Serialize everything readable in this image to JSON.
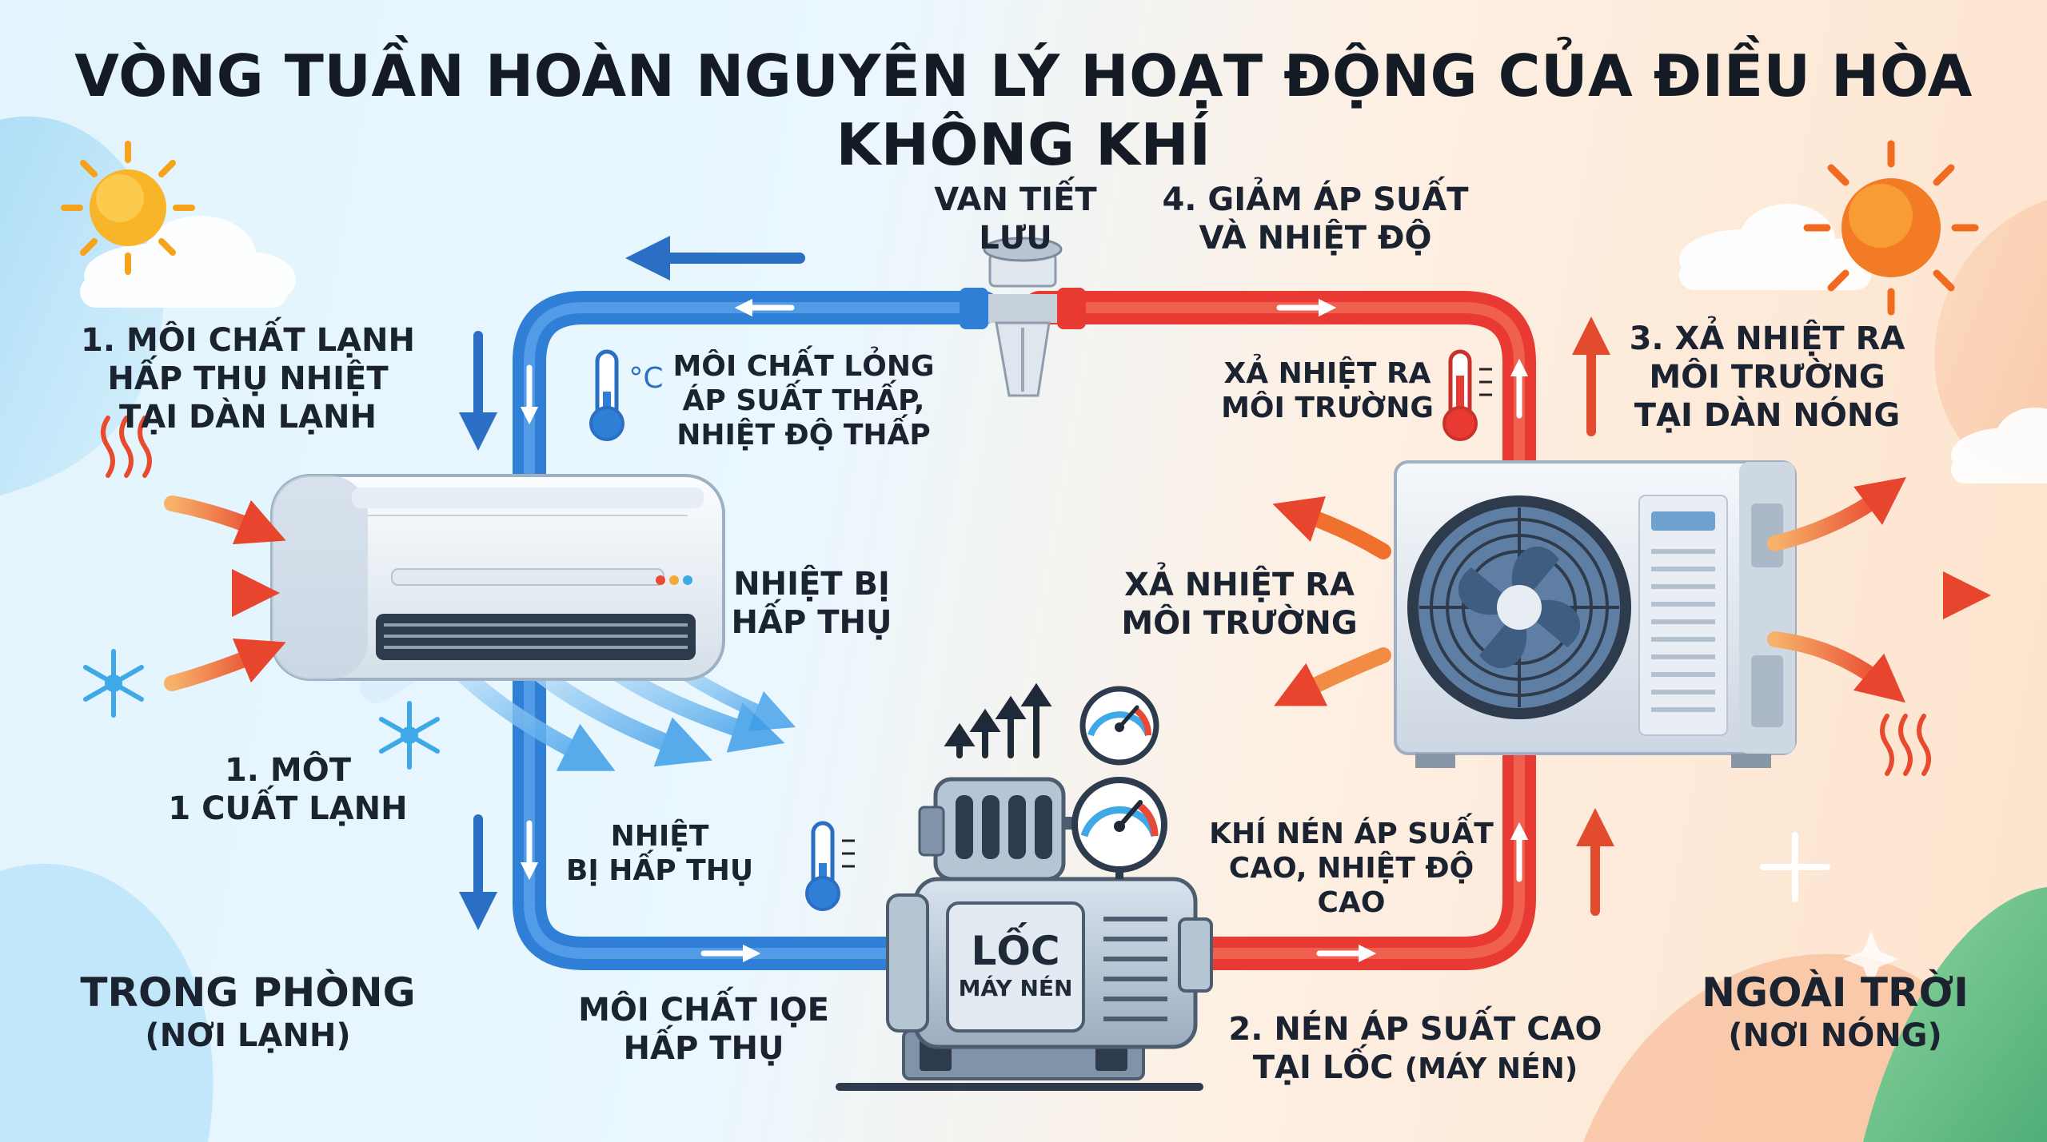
{
  "title": "VÒNG TUẦN HOÀN NGUYÊN LÝ HOẠT ĐỘNG CỦA ĐIỀU HÒA KHÔNG KHÍ",
  "indoor_zone": {
    "line1": "TRONG PHÒNG",
    "line2": "(NƠI LẠNH)"
  },
  "outdoor_zone": {
    "line1": "NGOÀI TRỜI",
    "line2": "(NƠI NÓNG)"
  },
  "step1": {
    "line1": "1. MÔI CHẤT LẠNH",
    "line2": "HẤP THỤ NHIỆT",
    "line3": "TẠI DÀN LẠNH"
  },
  "step1_repeat": {
    "line1": "1. MÔT",
    "line2": "1 CUẤT LẠNH"
  },
  "step2": {
    "line1": "2. NÉN ÁP SUẤT CAO",
    "line2": "TẠI LỐC",
    "line2_suffix": "(MÁY NÉN)"
  },
  "step3": {
    "line1": "3. XẢ NHIỆT RA",
    "line2": "MÔI TRƯỜNG",
    "line3": "TẠI DÀN NÓNG"
  },
  "step4": {
    "line1": "4. GIẢM ÁP SUẤT",
    "line2": "VÀ NHIỆT ĐỘ"
  },
  "valve_label": "VAN TIẾT LƯU",
  "liquid_label": {
    "line1": "MÔI CHẤT LỎNG",
    "line2": "ÁP SUẤT THẤP,",
    "line3": "NHIỆT ĐỘ THẤP"
  },
  "heat_absorbed_1": {
    "line1": "NHIỆT BỊ",
    "line2": "HẤP THỤ"
  },
  "heat_absorbed_2": {
    "line1": "NHIỆT",
    "line2": "BỊ HẤP THỤ"
  },
  "refrigerant_absorbed": {
    "line1": "MÔI CHẤT IỌE",
    "line2": "HẤP THỤ"
  },
  "release_heat_top": {
    "line1": "XẢ NHIỆT RA",
    "line2": "MÔI TRƯỜNG"
  },
  "release_heat_mid": {
    "line1": "XẢ NHIỆT RA",
    "line2": "MÔI TRƯỜNG"
  },
  "compressed_gas": {
    "line1": "KHÍ NÉN ÁP SUẤT",
    "line2": "CAO, NHIỆT ĐỘ CAO"
  },
  "compressor": {
    "line1": "LỐC",
    "line2": "MÁY NÉN"
  },
  "thermometer_unit": "°C",
  "colors": {
    "cold_pipe": "#2f7fd6",
    "hot_pipe": "#e83a32",
    "cold_arrow": "#2a6fc4",
    "hot_arrow": "#e24b2e",
    "sun": "#f7a21b",
    "snowflake": "#3fa8e6"
  },
  "icons": {
    "sun": "sun-icon",
    "snow": "snowflake-icon",
    "thermometer": "thermometer-icon",
    "gauge": "pressure-gauge-icon",
    "fan": "fan-icon",
    "heat_waves": "heat-waves-icon"
  }
}
